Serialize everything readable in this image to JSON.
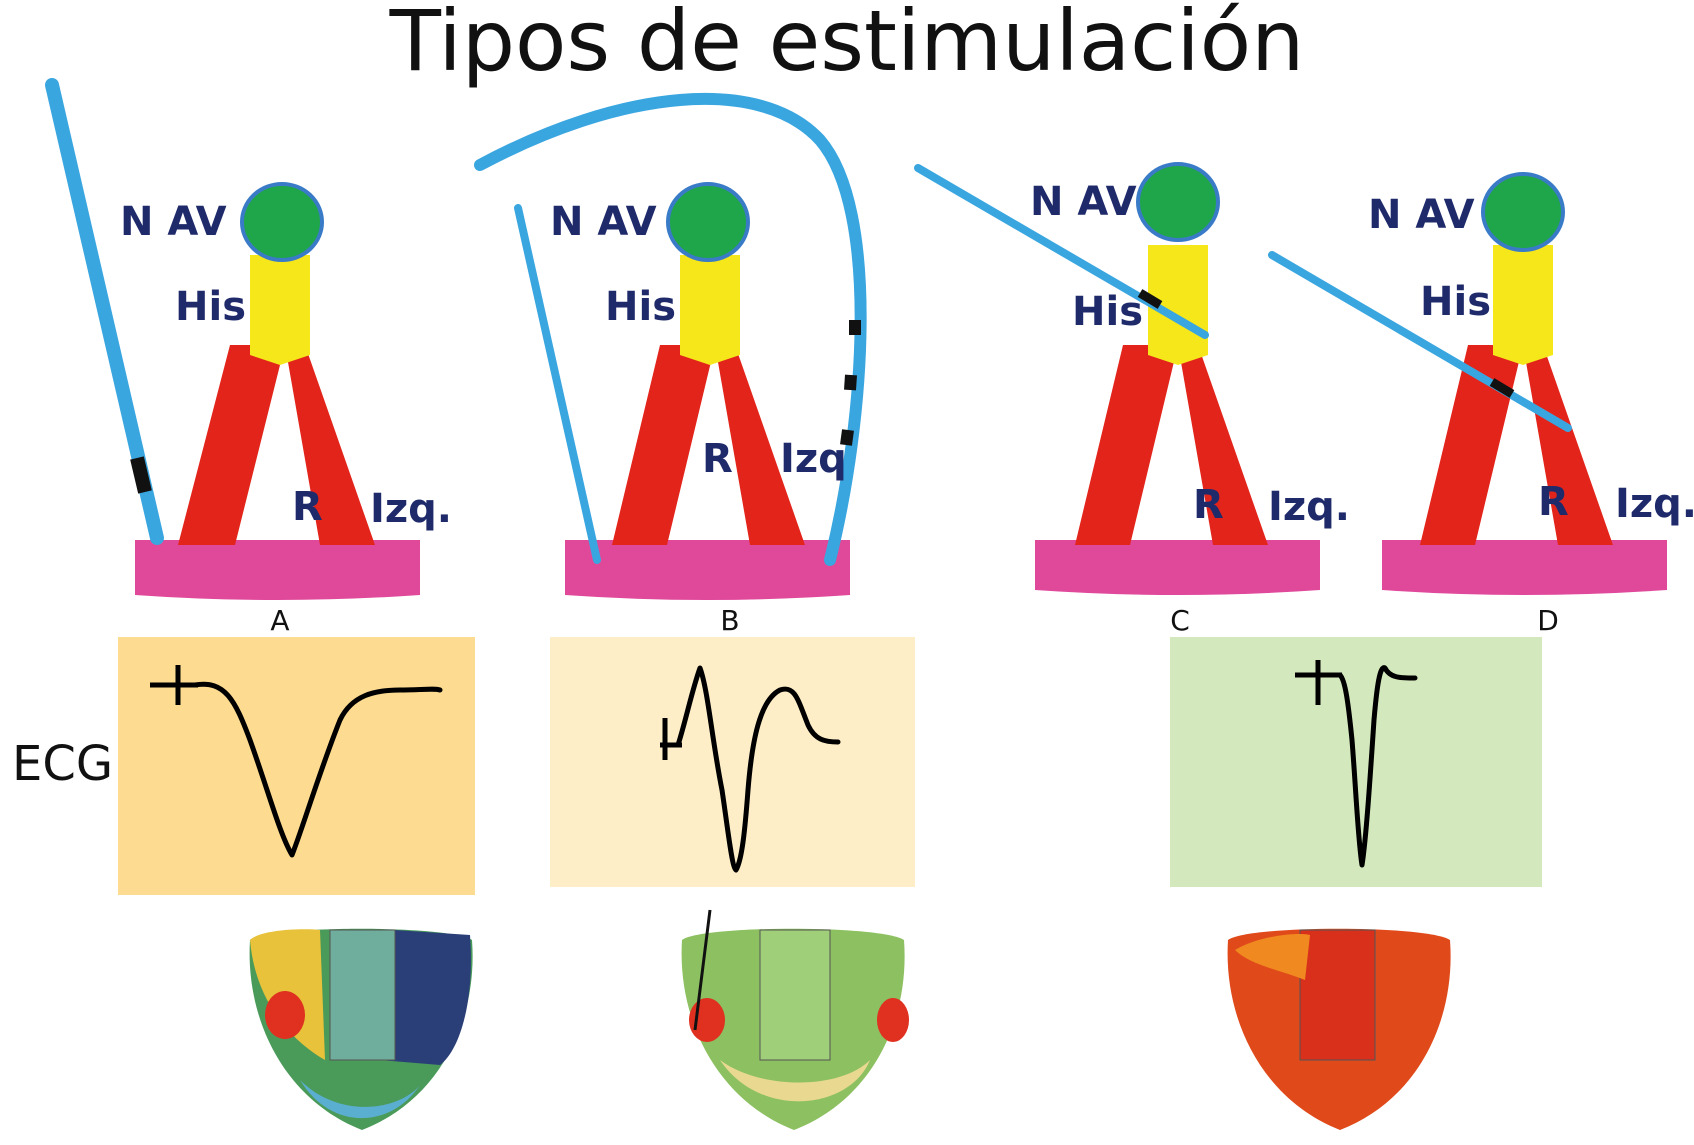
{
  "title": "Tipos de estimulación",
  "labels": {
    "av_node": "N AV",
    "his": "His",
    "right_branch": "R",
    "left_branch_a": "Izq.",
    "left_branch_b": "Izq",
    "left_branch_c": "Izq.",
    "left_branch_d": "Izq."
  },
  "panels": [
    "A",
    "B",
    "C",
    "D"
  ],
  "ecg_label": "ECG",
  "colors": {
    "av_node": "#1fa64a",
    "av_node_border": "#3a7bc8",
    "his_bundle": "#f5e71a",
    "branches": "#e3241b",
    "myocardium_base": "#e0489a",
    "lead": "#3aa6e0",
    "ecg_box_a": "#fddb90",
    "ecg_box_b": "#fdeec8",
    "ecg_box_c": "#d3e8bc",
    "trace": "#000000"
  }
}
